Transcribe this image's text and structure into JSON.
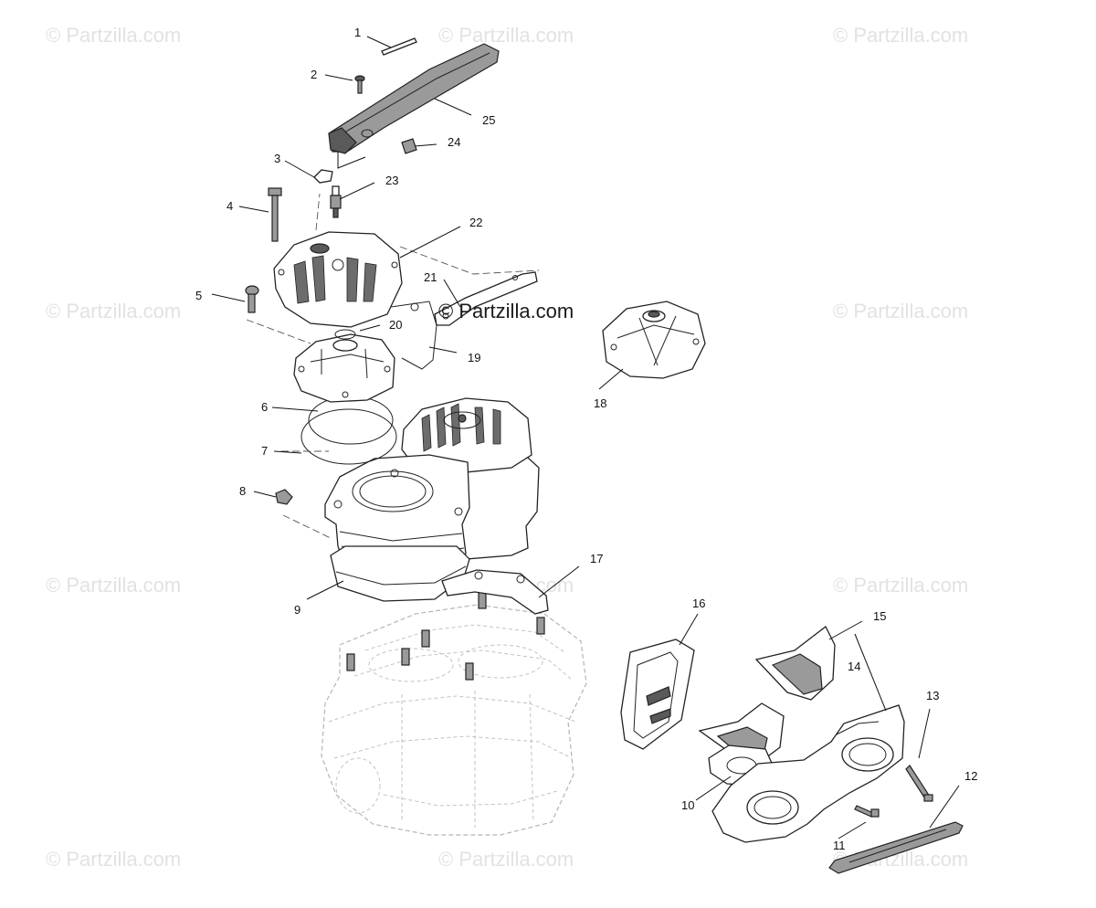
{
  "watermark": {
    "text": "© Partzilla.com",
    "center_text": "© Partzilla.com"
  },
  "callouts": [
    "1",
    "2",
    "3",
    "4",
    "5",
    "6",
    "7",
    "8",
    "9",
    "10",
    "11",
    "12",
    "13",
    "14",
    "15",
    "16",
    "17",
    "18",
    "19",
    "20",
    "21",
    "22",
    "23",
    "24",
    "25"
  ]
}
